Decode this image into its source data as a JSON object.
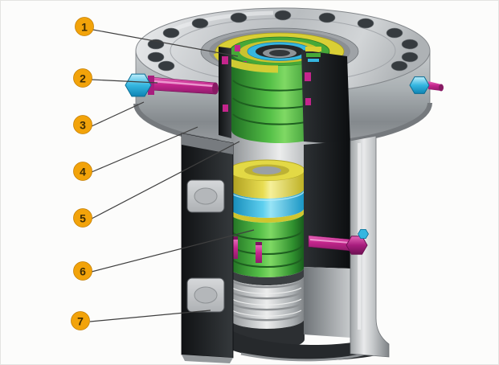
{
  "figure": {
    "type": "technical-cutaway-diagram",
    "description": "Sectioned 3D rendering of a wellhead casing-spool assembly with numbered part callouts",
    "callouts": [
      {
        "id": 1,
        "label": "1"
      },
      {
        "id": 2,
        "label": "2"
      },
      {
        "id": 3,
        "label": "3"
      },
      {
        "id": 4,
        "label": "4"
      },
      {
        "id": 5,
        "label": "5"
      },
      {
        "id": 6,
        "label": "6"
      },
      {
        "id": 7,
        "label": "7"
      }
    ],
    "colors": {
      "callout_fill": "#f2a30a",
      "callout_edge": "#c57f04",
      "callout_text": "#3f2d05",
      "leader_line": "#3f3f3f",
      "metal_light": "#d8dadc",
      "metal_mid": "#a7abaf",
      "cut_dark": "#1b1e20",
      "hanger_green": "#46a838",
      "seal_yellow": "#d9cf35",
      "seal_cyan": "#35b6e0",
      "screw_magenta": "#c4258c",
      "background": "#fcfcfb"
    }
  }
}
